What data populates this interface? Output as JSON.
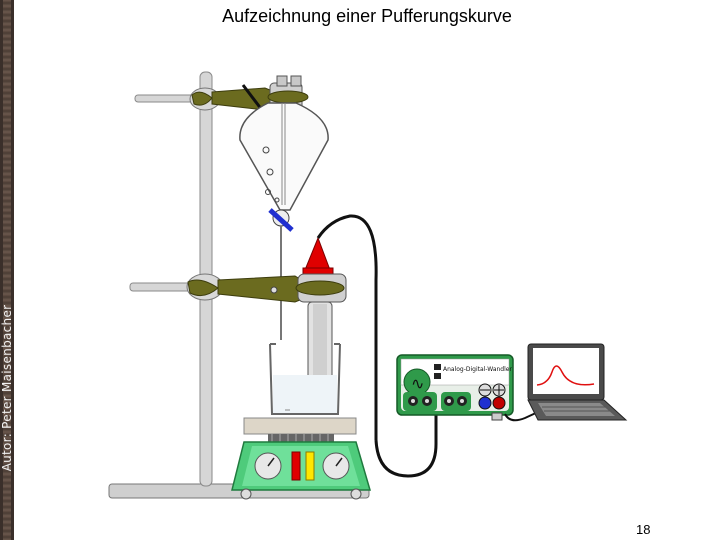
{
  "slide": {
    "title": "Aufzeichnung einer Pufferungskurve",
    "author": "Autor: Peter Maisenbacher",
    "page_number": "18"
  },
  "devices": {
    "converter_label": "Analog-Digital-Wandler"
  },
  "colors": {
    "rod": "#d0d0d0",
    "clamp": "#6b6b1f",
    "electrode_cap": "#e00000",
    "converter_body": "#2f9a4a",
    "laptop": "#4a4a4a",
    "graph_line": "#e01010",
    "stirrer": "#4ecb7b"
  },
  "icons": [
    "clamp-icon",
    "knob-icon",
    "plug-icon"
  ]
}
